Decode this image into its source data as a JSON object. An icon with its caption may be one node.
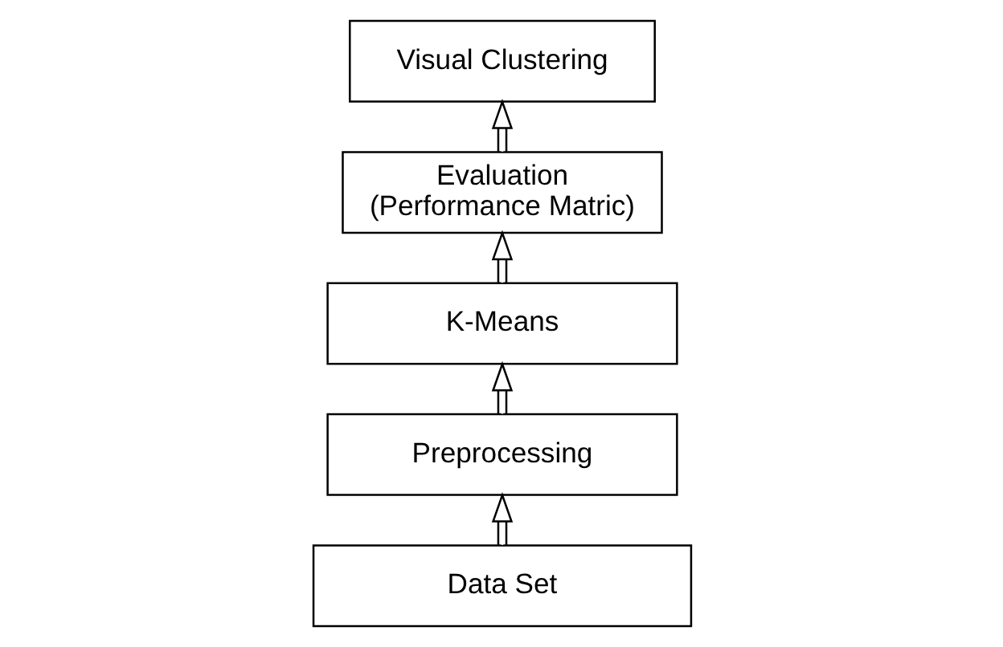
{
  "diagram": {
    "nodes": [
      {
        "text": [
          "Data Set"
        ]
      },
      {
        "text": [
          "Preprocessing"
        ]
      },
      {
        "text": [
          "K-Means"
        ]
      },
      {
        "text": [
          "Evaluation (Performance Matric)"
        ]
      },
      {
        "text": [
          "Visual Clustering"
        ]
      }
    ],
    "edges": [
      {
        "from": 0,
        "to": 1,
        "arrow": "to"
      },
      {
        "from": 1,
        "to": 2,
        "arrow": "to"
      },
      {
        "from": 2,
        "to": 3,
        "arrow": "to"
      },
      {
        "from": 3,
        "to": 4,
        "arrow": "to"
      }
    ]
  }
}
